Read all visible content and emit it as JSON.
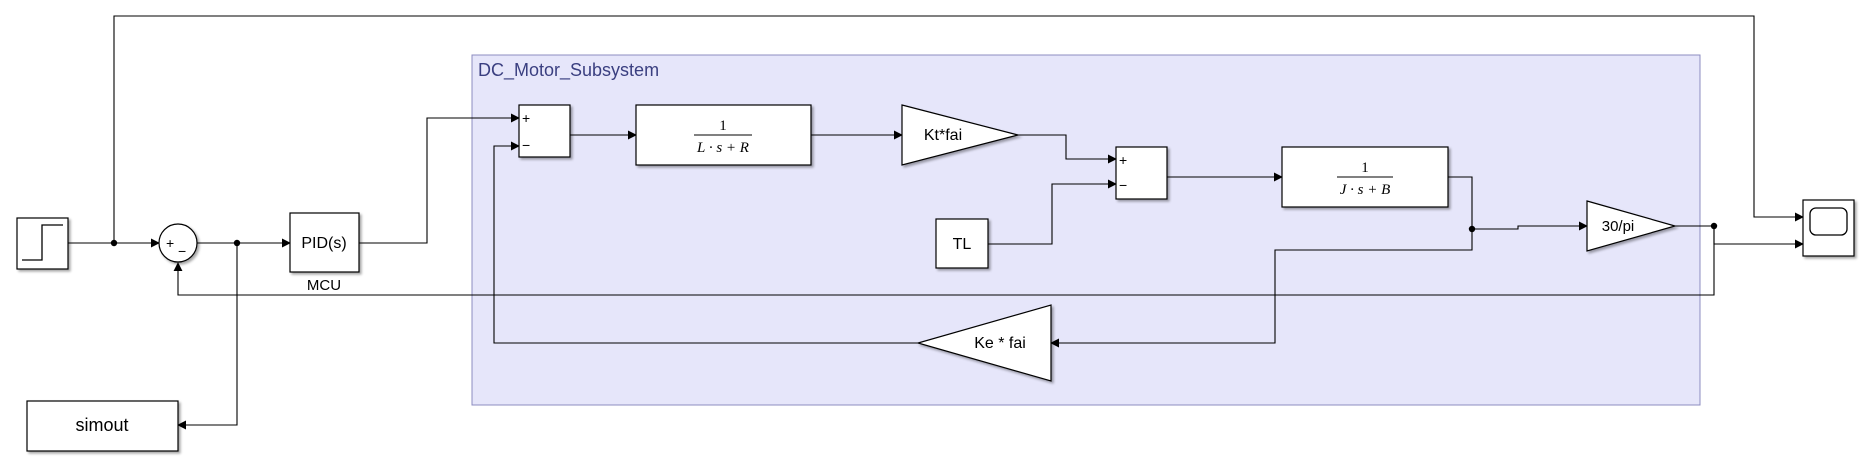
{
  "subsystem": {
    "title": "DC_Motor_Subsystem"
  },
  "blocks": {
    "pid": "PID(s)",
    "pid_caption": "MCU",
    "tf1": {
      "num": "1",
      "den": "L · s + R"
    },
    "kt_gain": "Kt*fai",
    "tl": "TL",
    "tf2": {
      "num": "1",
      "den": "J · s + B"
    },
    "conv_gain": "30/pi",
    "ke_gain": "Ke * fai",
    "simout": "simout"
  },
  "signs": {
    "outer_plus": "+",
    "outer_minus": "−",
    "sum1_plus": "+",
    "sum1_minus": "−",
    "sum2_plus": "+",
    "sum2_minus": "−"
  },
  "colors": {
    "subsystem_fill": "#e6e6fa",
    "subsystem_border": "#8c8cc0",
    "wire": "#000000",
    "block_border": "#000000"
  }
}
